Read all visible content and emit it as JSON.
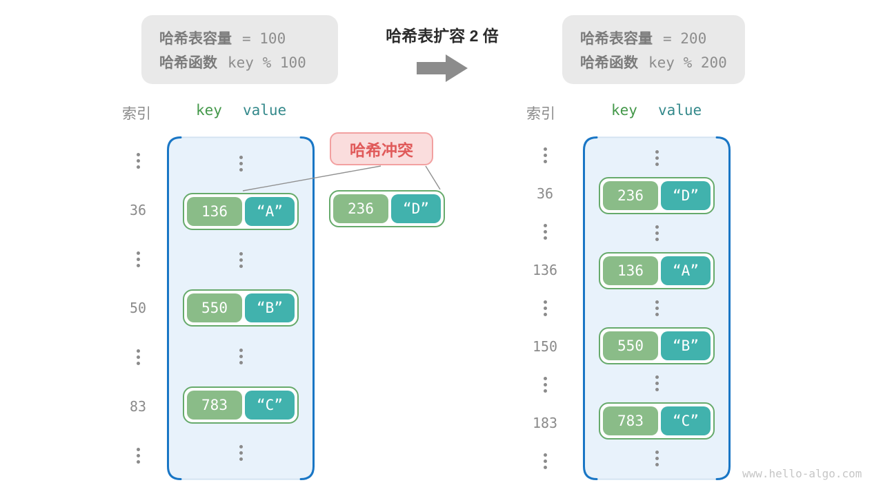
{
  "top": {
    "title": "哈希表扩容 2 倍",
    "before_box": {
      "rows": [
        {
          "label": "哈希表容量",
          "value": "= 100"
        },
        {
          "label": "哈希函数",
          "value": "key % 100"
        }
      ]
    },
    "after_box": {
      "rows": [
        {
          "label": "哈希表容量",
          "value": "= 200"
        },
        {
          "label": "哈希函数",
          "value": "key % 200"
        }
      ]
    }
  },
  "left_table": {
    "index_header": "索引",
    "key_header": "key",
    "value_header": "value",
    "rows": [
      {
        "kind": "dots"
      },
      {
        "kind": "entry",
        "index": "36",
        "key": "136",
        "value": "“A”"
      },
      {
        "kind": "dots"
      },
      {
        "kind": "entry",
        "index": "50",
        "key": "550",
        "value": "“B”"
      },
      {
        "kind": "dots"
      },
      {
        "kind": "entry",
        "index": "83",
        "key": "783",
        "value": "“C”"
      },
      {
        "kind": "dots"
      }
    ]
  },
  "right_table": {
    "index_header": "索引",
    "key_header": "key",
    "value_header": "value",
    "rows": [
      {
        "kind": "dots"
      },
      {
        "kind": "entry",
        "index": "36",
        "key": "236",
        "value": "“D”"
      },
      {
        "kind": "dots"
      },
      {
        "kind": "entry",
        "index": "136",
        "key": "136",
        "value": "“A”"
      },
      {
        "kind": "dots"
      },
      {
        "kind": "entry",
        "index": "150",
        "key": "550",
        "value": "“B”"
      },
      {
        "kind": "dots"
      },
      {
        "kind": "entry",
        "index": "183",
        "key": "783",
        "value": "“C”"
      },
      {
        "kind": "dots"
      }
    ]
  },
  "collision": {
    "label": "哈希冲突",
    "entry": {
      "key": "236",
      "value": "“D”"
    }
  },
  "watermark": "www.hello-algo.com",
  "colors": {
    "key_green": "#8abc88",
    "value_teal": "#41b2ad",
    "pair_border": "#66aa6b",
    "container_fill": "#e8f2fb",
    "container_border": "#1976c5",
    "collision_fill": "#fadddd",
    "collision_border": "#f2a0a0",
    "collision_text": "#e05a5a",
    "info_box_fill": "#e9e9e9",
    "gray_text": "#8a8a8a",
    "key_header_text": "#44984a",
    "value_header_text": "#34898b",
    "arrow_gray": "#8c8c8c"
  }
}
